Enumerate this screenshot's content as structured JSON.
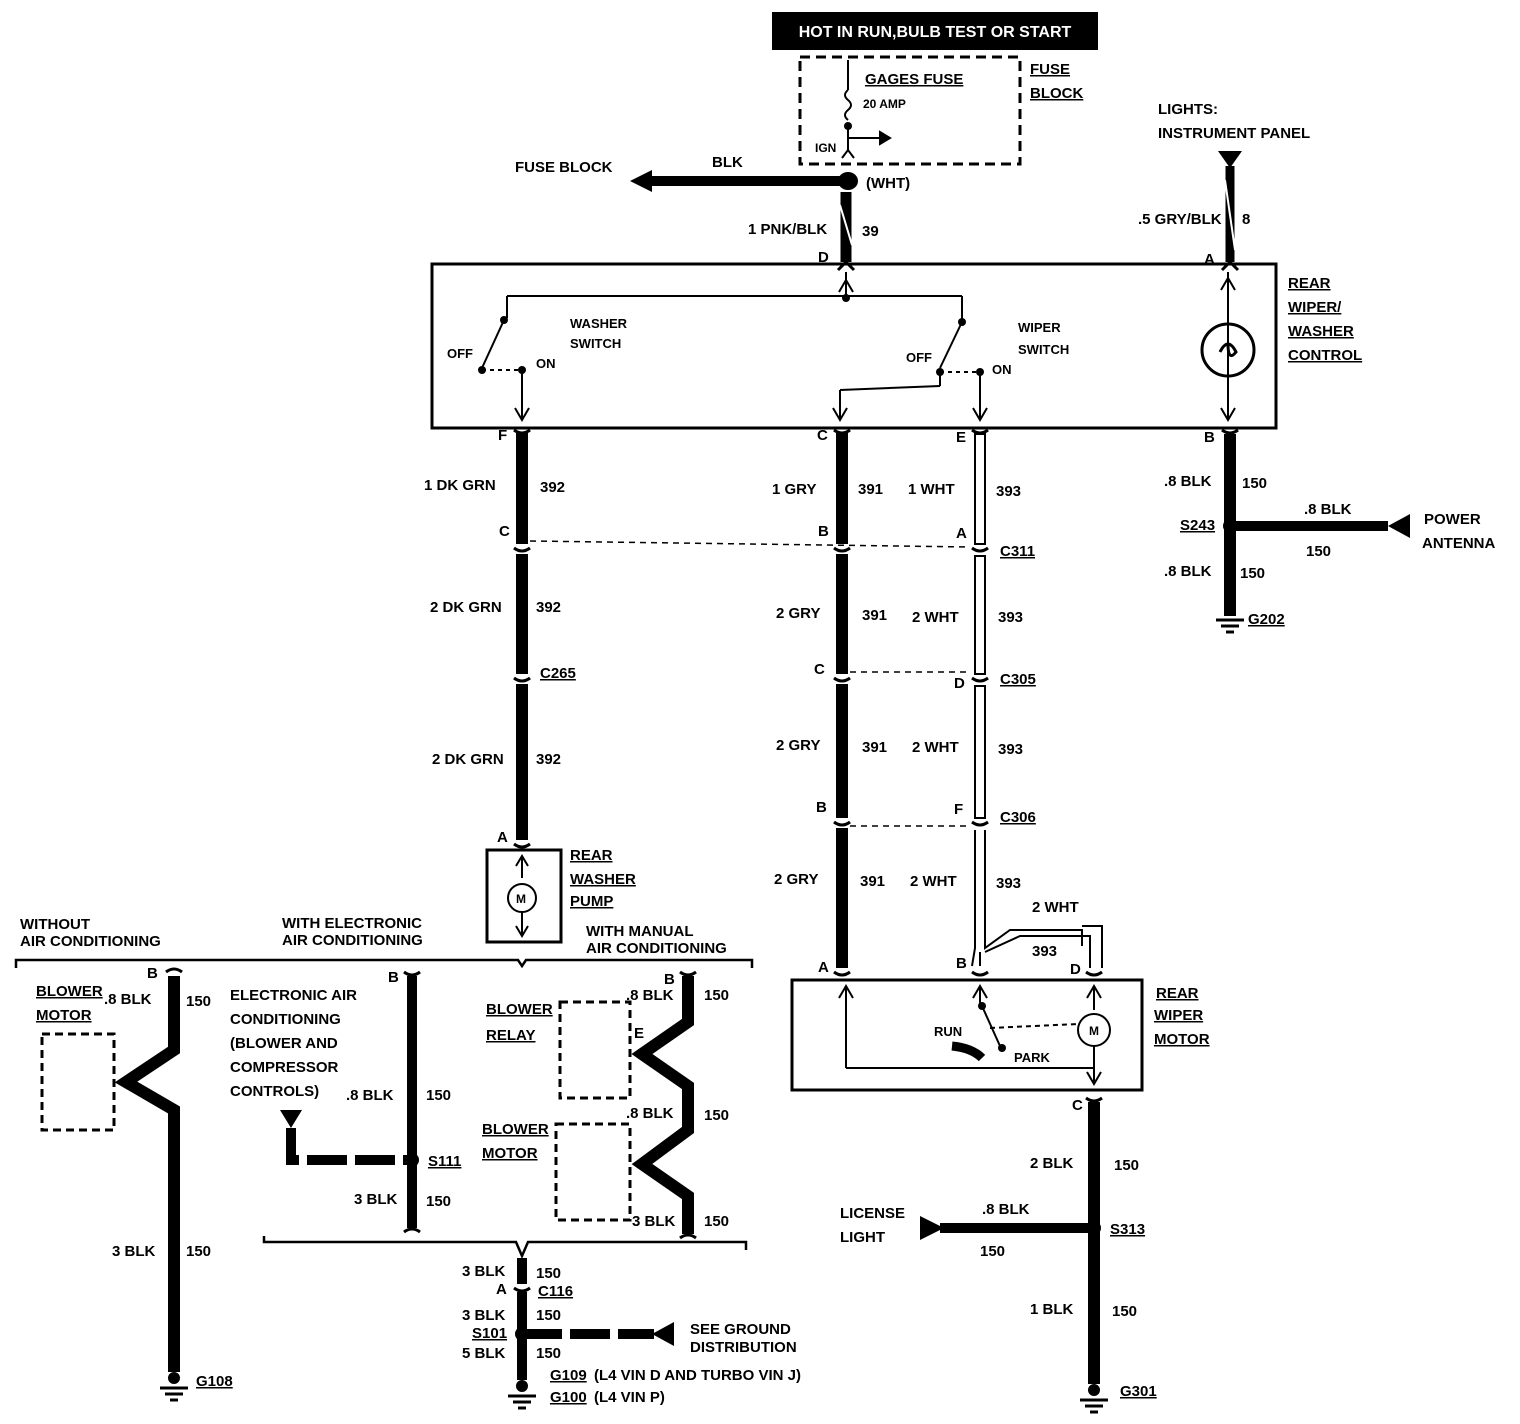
{
  "banner": "HOT IN RUN,BULB TEST OR START",
  "fuse": {
    "name": "GAGES FUSE",
    "amp": "20 AMP",
    "ign": "IGN",
    "block_label": [
      "FUSE",
      "BLOCK"
    ],
    "left_dest": "FUSE BLOCK",
    "left_wire": "BLK",
    "conn_color": "(WHT)"
  },
  "feed": {
    "wire": "1 PNK/BLK",
    "circuit": "39",
    "pin": "D"
  },
  "lights": {
    "label": [
      "LIGHTS:",
      "INSTRUMENT PANEL"
    ],
    "wire": ".5 GRY/BLK",
    "circuit": "8",
    "pin": "A"
  },
  "control": {
    "name": [
      "REAR",
      "WIPER/",
      "WASHER",
      "CONTROL"
    ],
    "washer_switch": [
      "WASHER",
      "SWITCH"
    ],
    "wiper_switch": [
      "WIPER",
      "SWITCH"
    ],
    "off": "OFF",
    "on": "ON",
    "pins": {
      "f": "F",
      "c": "C",
      "e": "E",
      "b": "B"
    }
  },
  "washer_circuit": {
    "w1": "1 DK GRN",
    "w2": "2 DK GRN",
    "w3": "2 DK GRN",
    "circuit": "392",
    "pin_c": "C",
    "conn": "C265",
    "pin_a": "A"
  },
  "gry_circuit": {
    "w1": "1 GRY",
    "w2": "2 GRY",
    "w3": "2 GRY",
    "w4": "2 GRY",
    "circuit": "391",
    "pin_b": "B",
    "pin_c": "C",
    "pin_b2": "B",
    "pin_a": "A"
  },
  "wht_circuit": {
    "w1": "1 WHT",
    "w2": "2 WHT",
    "w3": "2 WHT",
    "w4": "2 WHT",
    "w5": "2 WHT",
    "circuit": "393",
    "pin_a": "A",
    "pin_d": "D",
    "pin_f": "F",
    "pin_b": "B",
    "pin_d2": "D"
  },
  "connectors": {
    "c311": "C311",
    "c305": "C305",
    "c306": "C306"
  },
  "pump": {
    "name": [
      "REAR",
      "WASHER",
      "PUMP"
    ],
    "m": "M"
  },
  "ground_right": {
    "w1": ".8 BLK",
    "circuit": "150",
    "splice": "S243",
    "w2": ".8 BLK",
    "ground": "G202",
    "antenna_wire": ".8 BLK",
    "antenna_circuit": "150",
    "antenna": [
      "POWER",
      "ANTENNA"
    ]
  },
  "wiper_motor": {
    "name": [
      "REAR",
      "WIPER",
      "MOTOR"
    ],
    "run": "RUN",
    "park": "PARK",
    "m": "M",
    "pin_c": "C"
  },
  "ground_motor": {
    "w1": "2 BLK",
    "circuit": "150",
    "license": [
      "LICENSE",
      "LIGHT"
    ],
    "lic_wire": ".8 BLK",
    "lic_circuit": "150",
    "splice": "S313",
    "w2": "1 BLK",
    "ground": "G301"
  },
  "hvac": {
    "without": [
      "WITHOUT",
      "AIR CONDITIONING"
    ],
    "electronic": [
      "WITH ELECTRONIC",
      "AIR CONDITIONING"
    ],
    "manual": [
      "WITH MANUAL",
      "AIR CONDITIONING"
    ],
    "blower_motor": [
      "BLOWER",
      "MOTOR"
    ],
    "blower_relay": [
      "BLOWER",
      "RELAY"
    ],
    "eac_text": [
      "ELECTRONIC AIR",
      "CONDITIONING",
      "(BLOWER AND",
      "COMPRESSOR",
      "CONTROLS)"
    ],
    "w08": ".8 BLK",
    "w3": "3 BLK",
    "circuit": "150",
    "pin_b": "B",
    "pin_e": "E",
    "s111": "S111",
    "g108": "G108"
  },
  "bottom": {
    "w3": "3 BLK",
    "circuit": "150",
    "pin_a": "A",
    "c116": "C116",
    "s101": "S101",
    "w5": "5 BLK",
    "see": [
      "SEE GROUND",
      "DISTRIBUTION"
    ],
    "g109": "G109",
    "g109_note": "(L4 VIN D AND TURBO VIN J)",
    "g100": "G100",
    "g100_note": "(L4 VIN P)"
  }
}
